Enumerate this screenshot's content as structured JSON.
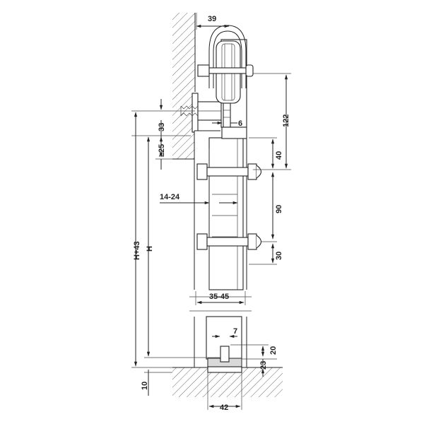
{
  "dimensions": {
    "d39": "39",
    "d122": "122",
    "d33": "33",
    "d6": "6",
    "d25": "≥25",
    "d40": "40",
    "d14_24": "14-24",
    "d90": "90",
    "dH43": "H+43",
    "dH": "H",
    "d30": "30",
    "d35_45": "35-45",
    "d7": "7",
    "d20": "20",
    "d23": "23",
    "d10": "10",
    "d42": "42"
  },
  "colors": {
    "line": "#222222",
    "fill": "#d9d9d9",
    "background": "#ffffff"
  }
}
